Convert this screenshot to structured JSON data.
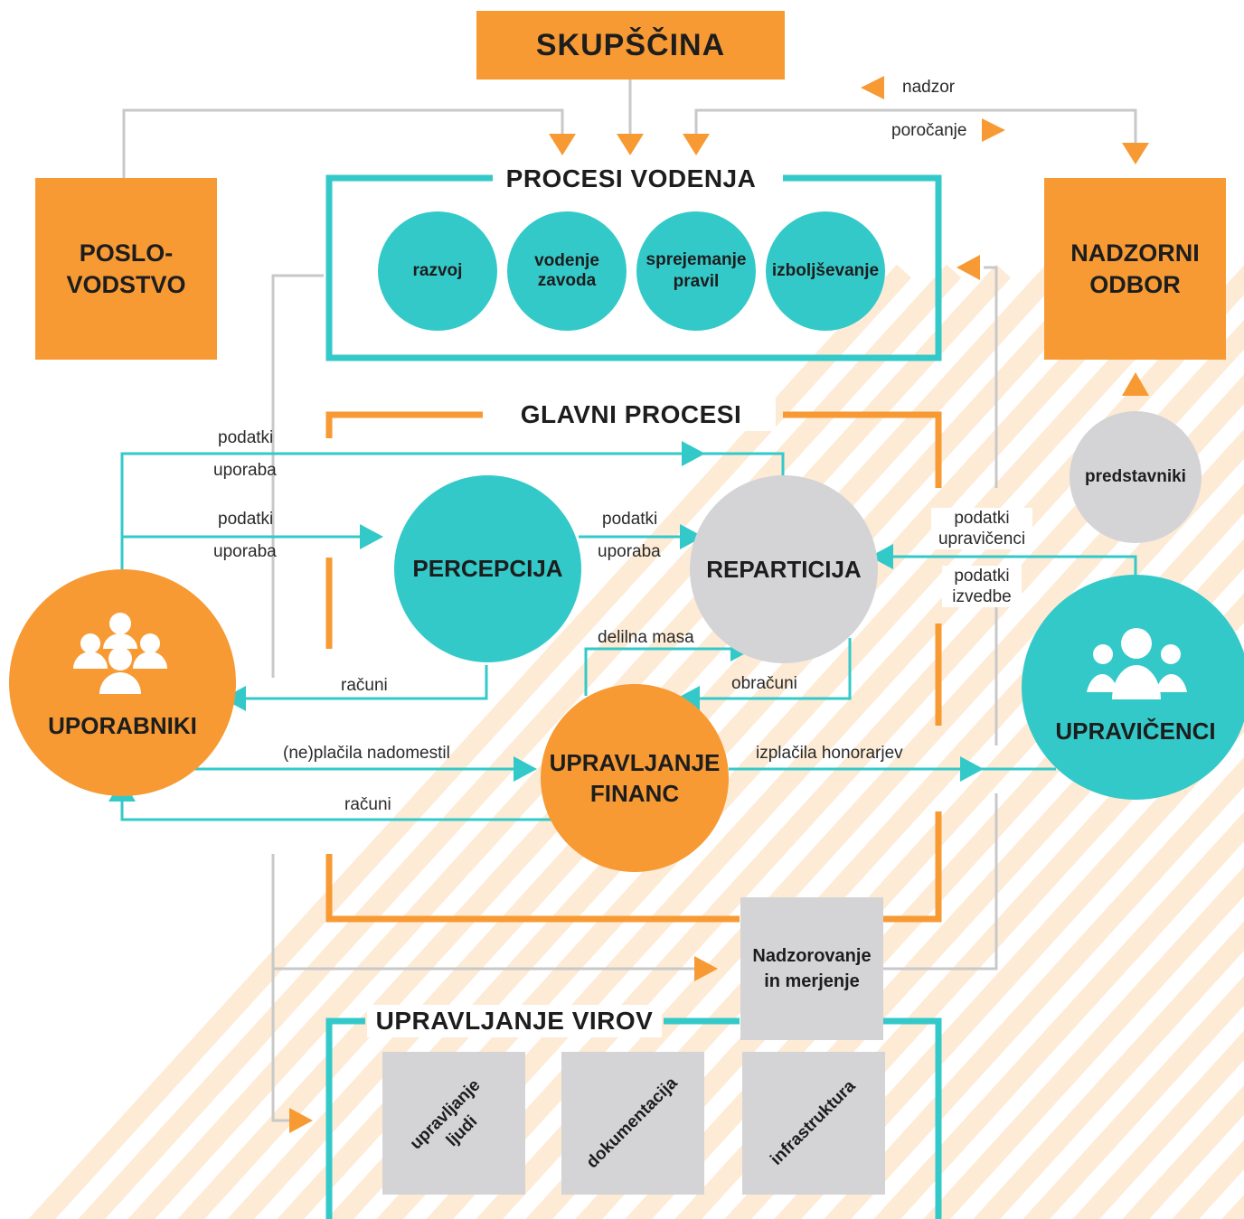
{
  "colors": {
    "orange": "#F79A34",
    "teal": "#34C9C9",
    "grey": "#D4D4D6",
    "line_grey": "#C8C8C8"
  },
  "skupscina": "SKUPŠČINA",
  "poslovodstvo": "POSLO-\nVODSTVO",
  "nadzorni_odbor": "NADZORNI\nODBOR",
  "legend": {
    "nadzor": "nadzor",
    "porocanje": "poročanje"
  },
  "procesi_vodenja": {
    "title": "PROCESI VODENJA",
    "items": [
      "razvoj",
      "vodenje\nzavoda",
      "sprejemanje\npravil",
      "izboljševanje"
    ]
  },
  "glavni_procesi": {
    "title": "GLAVNI PROCESI"
  },
  "nodes": {
    "percepcija": "PERCEPCIJA",
    "reparticija": "REPARTICIJA",
    "upravljanje_financ": "UPRAVLJANJE\nFINANC",
    "uporabniki": "UPORABNIKI",
    "upravicenci": "UPRAVIČENCI",
    "predstavniki": "predstavniki",
    "nadzorovanje": "Nadzorovanje\nin merjenje"
  },
  "flow_labels": {
    "podatki_top": "podatki",
    "uporaba_top": "uporaba",
    "podatki_mid": "podatki",
    "uporaba_mid": "uporaba",
    "podatki_center": "podatki",
    "uporaba_center": "uporaba",
    "podatki_upravicenci": "podatki\nupravičenci",
    "podatki_izvedbe": "podatki\nizvedbe",
    "racuni_upper": "računi",
    "delilna_masa": "delilna masa",
    "obracuni": "obračuni",
    "neplacila": "(ne)plačila nadomestil",
    "izplacila": "izplačila honorarjev",
    "racuni_lower": "računi"
  },
  "upravljanje_virov": {
    "title": "UPRAVLJANJE VIROV",
    "items": [
      "upravljanje\nljudi",
      "dokumentacija",
      "infrastruktura"
    ]
  }
}
